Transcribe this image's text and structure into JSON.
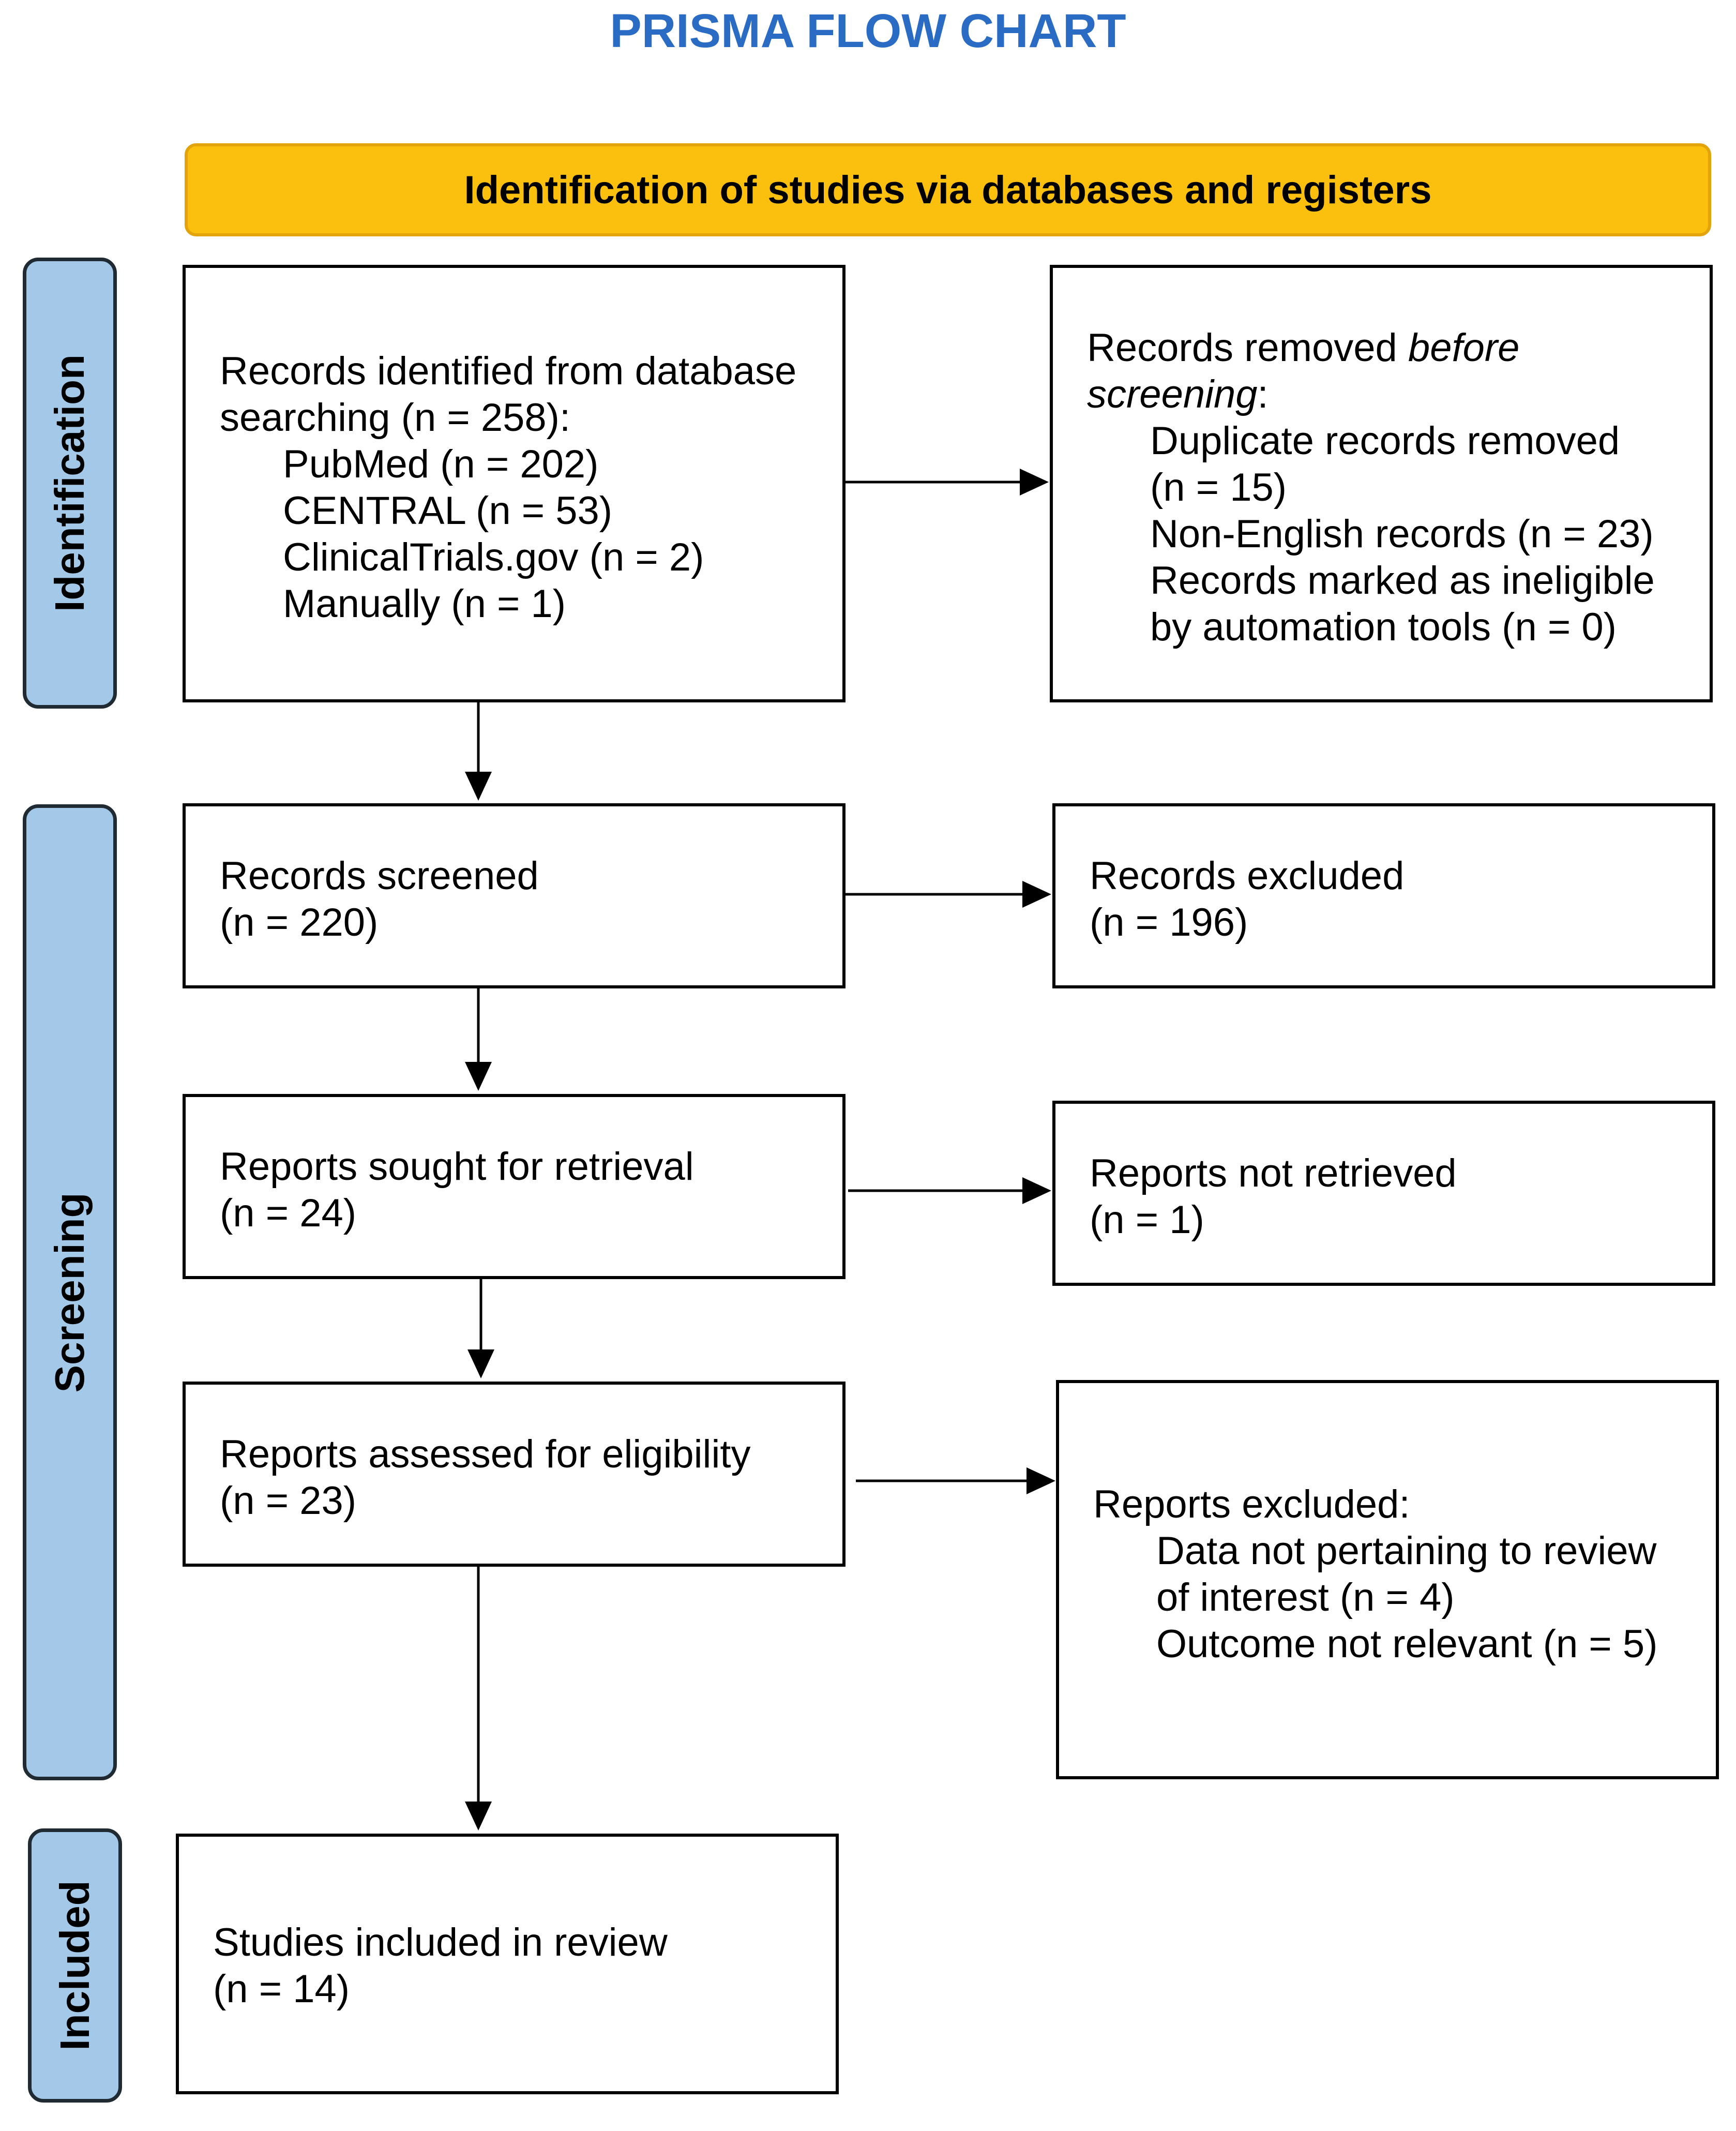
{
  "title": "PRISMA FLOW CHART",
  "banner": "Identification of studies via databases and registers",
  "phases": {
    "identification": "Identification",
    "screening": "Screening",
    "included": "Included"
  },
  "identified": {
    "line1": "Records identified from database",
    "line2": "searching (n = 258):",
    "sources": [
      "PubMed (n = 202)",
      "CENTRAL (n = 53)",
      "ClinicalTrials.gov (n = 2)",
      "Manually (n = 1)"
    ]
  },
  "removed": {
    "line1_prefix": "Records removed ",
    "line1_italic": "before",
    "line2_italic": "screening",
    "line2_suffix": ":",
    "items": [
      "Duplicate records removed",
      "(n = 15)",
      "Non-English records (n = 23)",
      "Records marked as ineligible",
      "by automation tools (n = 0)"
    ]
  },
  "screened": {
    "label": "Records screened",
    "count": "(n = 220)"
  },
  "excluded": {
    "label": "Records excluded",
    "count": "(n = 196)"
  },
  "sought": {
    "label": "Reports sought for retrieval",
    "count": "(n = 24)"
  },
  "not_retrieved": {
    "label": "Reports not retrieved",
    "count": "(n = 1)"
  },
  "assessed": {
    "label": "Reports assessed for eligibility",
    "count": "(n = 23)"
  },
  "reports_excluded": {
    "label": "Reports excluded:",
    "items": [
      "Data not pertaining to review",
      "of interest (n = 4)",
      "Outcome not relevant (n = 5)"
    ]
  },
  "included": {
    "label": "Studies included in review",
    "count": "(n = 14)"
  },
  "colors": {
    "title": "#2a6cc4",
    "banner": "#fbbf0d",
    "phase": "#a4c8e8",
    "border": "#000000"
  }
}
